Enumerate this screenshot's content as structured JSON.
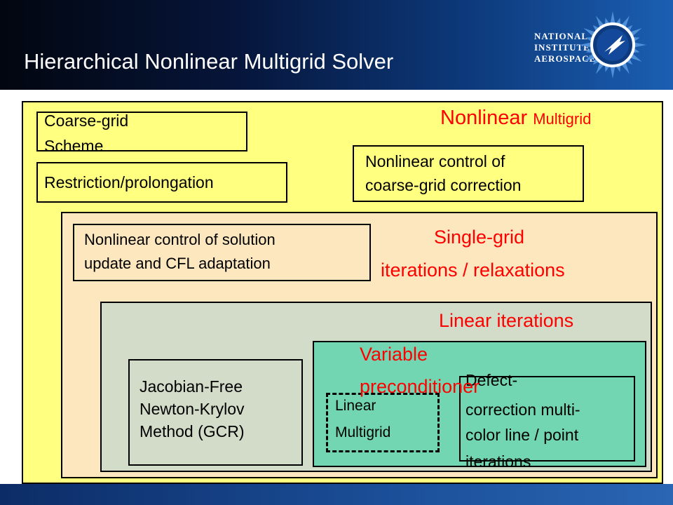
{
  "header": {
    "title": "Hierarchical Nonlinear Multigrid Solver",
    "logo_lines": [
      "NATIONAL",
      "INSTITUTE OF",
      "AEROSPACE"
    ]
  },
  "diagram": {
    "nonlinear_multigrid": {
      "label_a": "Nonlinear",
      "label_b": "Multigrid",
      "coarse_grid_line1": "Coarse-grid",
      "coarse_grid_line2": "Scheme",
      "restriction": "Restriction/prolongation",
      "nl_control_cgc_line1": "Nonlinear control of",
      "nl_control_cgc_line2": "coarse-grid correction"
    },
    "single_grid": {
      "label_line1": "Single-grid",
      "label_line2": "iterations / relaxations",
      "nl_control_update_line1": "Nonlinear control of solution",
      "nl_control_update_line2": "update and CFL adaptation"
    },
    "linear": {
      "label": "Linear iterations",
      "jfnk_line1": "Jacobian-Free",
      "jfnk_line2": "Newton-Krylov",
      "jfnk_line3": "Method (GCR)"
    },
    "variable_preconditioner": {
      "label_line1": "Variable",
      "label_line2": "preconditioner",
      "linear_mg_line1": "Linear",
      "linear_mg_line2": "Multigrid",
      "defect_line1": "Defect-",
      "defect_line2": "correction multi-",
      "defect_line3": "color line / point",
      "defect_line4": "iterations"
    }
  },
  "colors": {
    "nonlinear_multigrid_fill": "#ffff80",
    "single_grid_fill": "#fde7be",
    "linear_fill": "#d2dcc8",
    "variable_preconditioner_fill": "#72d6b2",
    "label_red": "#ff0000"
  }
}
